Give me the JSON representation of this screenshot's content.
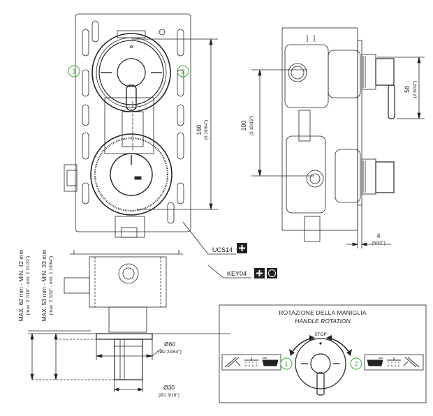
{
  "dimensions": {
    "d160": "160",
    "d160_in": "(6 19/64\")",
    "d100": "100",
    "d100_in": "(3 15/16\")",
    "d58": "58",
    "d58_in": "(2 9/32\")",
    "d4": "4",
    "d4_in": "(5/32\")",
    "dia60": "Ø60",
    "dia60_in": "(Ø2 23/64\")",
    "dia30": "Ø30",
    "dia30_in": "(Ø1 3/16\")",
    "max62": "MAX. 62 mm - MIN. 42 mm",
    "max62_in": "(max. 2 7/16\" - min. 1 21/32\")",
    "max53": "MAX. 53 mm - MIN. 33 mm",
    "max53_in": "(max. 2 3/32\" - min. 1 19/64\")"
  },
  "labels": {
    "ucs14": "UCS14",
    "key04": "KEY04",
    "outlet1": "1",
    "outlet2": "2",
    "marker1": "1",
    "marker2": "2"
  },
  "handle_box": {
    "title": "ROTAZIONE DELLA MANIGLIA",
    "subtitle": "HANDLE ROTATION",
    "stop": "STOP",
    "pos1": "1",
    "pos2": "2"
  },
  "colors": {
    "line": "#222222",
    "green": "#3aa935"
  }
}
